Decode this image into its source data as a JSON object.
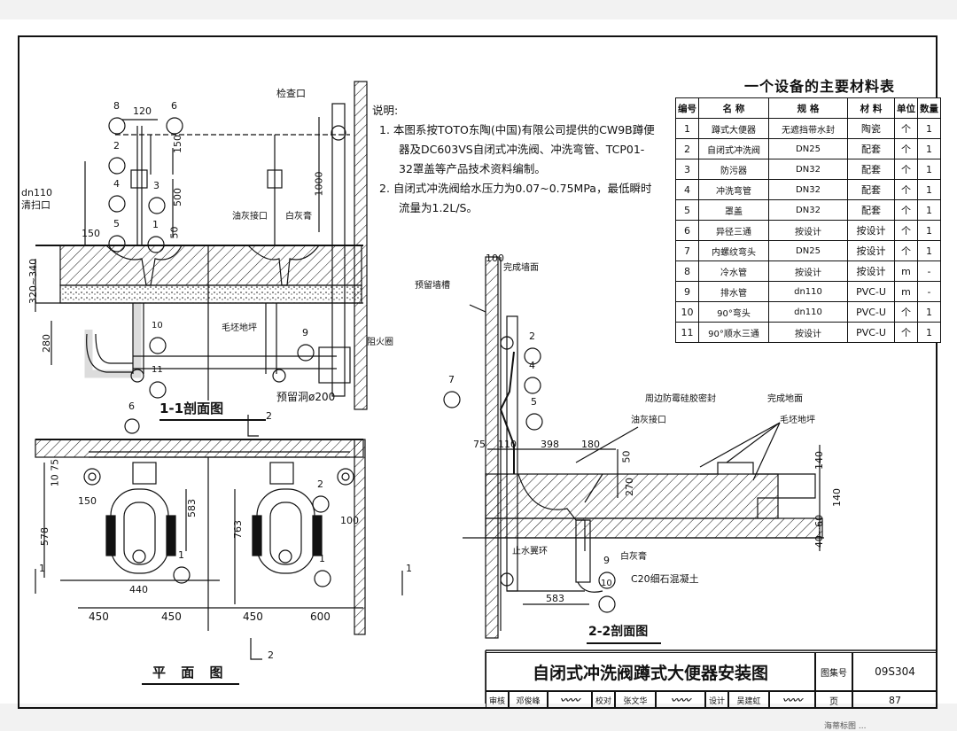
{
  "drawing": {
    "section_1_1_title": "1-1剖面图",
    "section_2_2_title": "2-2剖面图",
    "plan_title": "平 面 图",
    "plan_marker": "2",
    "plan_marker_right": "1",
    "plan_marker_left": "1"
  },
  "labels": {
    "inspection_port": "检查口",
    "cleanout": "dn110\n清扫口",
    "cleanout_line1": "dn110",
    "cleanout_line2": "清扫口",
    "putty_interface": "油灰接口",
    "white_lime_pipe": "白灰膏",
    "rough_floor": "毛坯地坪",
    "fire_ring": "阻火圈",
    "reserved_hole": "预留洞ø200",
    "reserved_wall_slot": "预留墙槽",
    "finished_wall": "完成墙面",
    "perimeter_seal": "周边防霉硅胶密封",
    "finished_floor": "完成地面",
    "rough_floor_2": "毛坯地坪",
    "putty_interface_2": "油灰接口",
    "white_lime_2": "白灰膏",
    "water_stop_ring": "止水翼环",
    "concrete": "C20细石混凝土"
  },
  "dimensions": {
    "d120": "120",
    "d150a": "150",
    "d150b": "150",
    "d500": "500",
    "d50": "50",
    "d1000": "1000",
    "d320_340": "320~340",
    "d280": "280",
    "d10_75": "10 75",
    "d150c": "150",
    "d578": "578",
    "d583": "583",
    "d440": "440",
    "d450a": "450",
    "d450b": "450",
    "d450c": "450",
    "d600": "600",
    "d763": "763",
    "d100": "100",
    "d100b": "100",
    "d75": "75",
    "d110": "110",
    "d398": "398",
    "d180": "180",
    "d50b": "50",
    "d270": "270",
    "d140a": "140",
    "d140b": "140",
    "d40_60": "40~60",
    "d583b": "583"
  },
  "notes": {
    "title": "说明:",
    "items": [
      "1. 本图系按TOTO东陶(中国)有限公司提供的CW9B蹲便器及DC603VS自闭式冲洗阀、冲洗弯管、TCP01-32罩盖等产品技术资料编制。",
      "2. 自闭式冲洗阀给水压力为0.07~0.75MPa，最低瞬时流量为1.2L/S。"
    ]
  },
  "material_table": {
    "title": "一个设备的主要材料表",
    "headers": [
      "编号",
      "名  称",
      "规  格",
      "材  料",
      "单位",
      "数量"
    ],
    "rows": [
      [
        "1",
        "蹲式大便器",
        "无遮挡带水封",
        "陶瓷",
        "个",
        "1"
      ],
      [
        "2",
        "自闭式冲洗阀",
        "DN25",
        "配套",
        "个",
        "1"
      ],
      [
        "3",
        "防污器",
        "DN32",
        "配套",
        "个",
        "1"
      ],
      [
        "4",
        "冲洗弯管",
        "DN32",
        "配套",
        "个",
        "1"
      ],
      [
        "5",
        "罩盖",
        "DN32",
        "配套",
        "个",
        "1"
      ],
      [
        "6",
        "异径三通",
        "按设计",
        "按设计",
        "个",
        "1"
      ],
      [
        "7",
        "内螺纹弯头",
        "DN25",
        "按设计",
        "个",
        "1"
      ],
      [
        "8",
        "冷水管",
        "按设计",
        "按设计",
        "m",
        "-"
      ],
      [
        "9",
        "排水管",
        "dn110",
        "PVC-U",
        "m",
        "-"
      ],
      [
        "10",
        "90°弯头",
        "dn110",
        "PVC-U",
        "个",
        "1"
      ],
      [
        "11",
        "90°顺水三通",
        "按设计",
        "PVC-U",
        "个",
        "1"
      ]
    ]
  },
  "title_block": {
    "drawing_title": "自闭式冲洗阀蹲式大便器安装图",
    "atlas_label": "图集号",
    "atlas_no": "09S304",
    "page_label": "页",
    "page_no": "87",
    "review_label": "审核",
    "reviewer": "邓俊峰",
    "check_label": "校对",
    "checker": "张文华",
    "design_label": "设计",
    "designer": "吴建虹"
  },
  "footer_text": "海蒂标图 ..."
}
